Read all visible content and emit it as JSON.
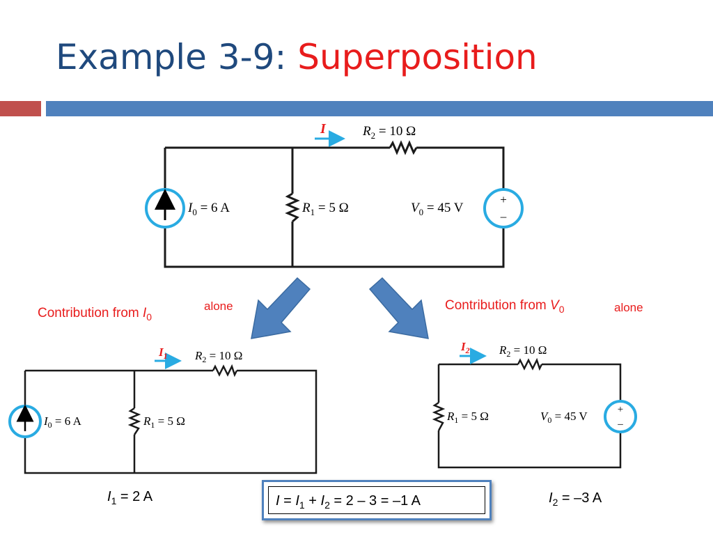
{
  "slide": {
    "title_prefix": "Example 3-9: ",
    "title_topic": "Superposition"
  },
  "colors": {
    "title_blue": "#1f497d",
    "title_red": "#e81c1c",
    "accent_blue": "#29abe2",
    "arrow_blue": "#4f81bd",
    "bar_red": "#c0504d"
  },
  "main_circuit": {
    "current_label": "I",
    "r2": {
      "sym": "R",
      "sub": "2",
      "value": " = 10 Ω"
    },
    "r1": {
      "sym": "R",
      "sub": "1",
      "value": " = 5 Ω"
    },
    "i0": {
      "sym": "I",
      "sub": "0",
      "value": " = 6 A"
    },
    "v0": {
      "sym": "V",
      "sub": "0",
      "value": " = 45 V"
    },
    "plus": "+",
    "minus": "–"
  },
  "left_circuit": {
    "caption_prefix": "Contribution from ",
    "caption_sym": "I",
    "caption_sub": "0",
    "caption_suffix": "alone",
    "current_sym": "I",
    "current_sub": "1",
    "r2": {
      "sym": "R",
      "sub": "2",
      "value": " = 10 Ω"
    },
    "r1": {
      "sym": "R",
      "sub": "1",
      "value": " = 5 Ω"
    },
    "i0": {
      "sym": "I",
      "sub": "0",
      "value": " = 6 A"
    },
    "result": {
      "sym": "I",
      "sub": "1",
      "value": " = 2 A"
    }
  },
  "right_circuit": {
    "caption_prefix": "Contribution from ",
    "caption_sym": "V",
    "caption_sub": "0",
    "caption_suffix": "alone",
    "current_sym": "I",
    "current_sub": "2",
    "r2": {
      "sym": "R",
      "sub": "2",
      "value": " = 10 Ω"
    },
    "r1": {
      "sym": "R",
      "sub": "1",
      "value": " = 5 Ω"
    },
    "v0": {
      "sym": "V",
      "sub": "0",
      "value": " = 45 V"
    },
    "plus": "+",
    "minus": "–",
    "result": {
      "sym": "I",
      "sub": "2",
      "value": " = –3 A"
    }
  },
  "final_result": {
    "sym": "I",
    "eq1": " = ",
    "s1": "I",
    "sub1": "1",
    "plus": " + ",
    "s2": "I",
    "sub2": "2",
    "rest": " = 2 – 3 = –1 A"
  }
}
